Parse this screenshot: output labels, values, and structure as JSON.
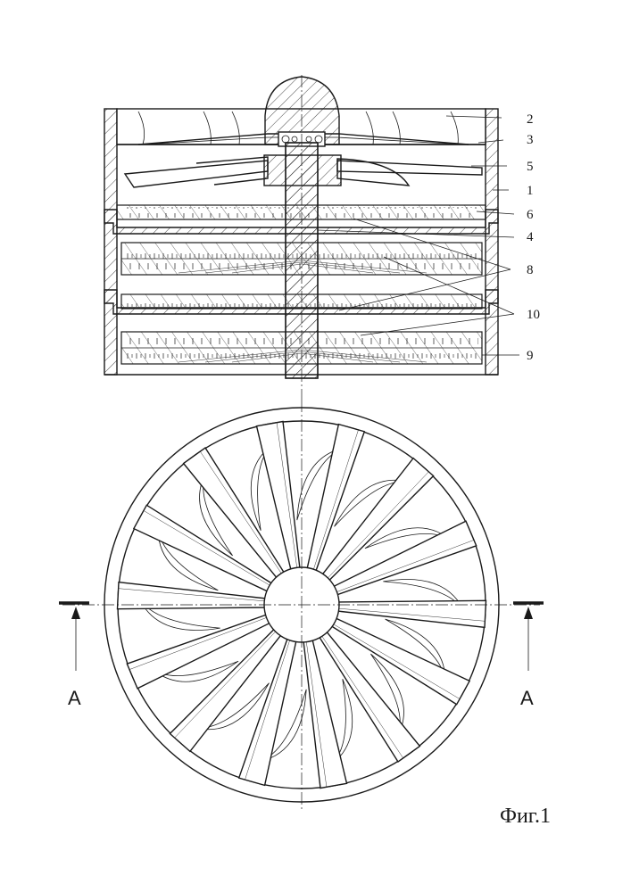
{
  "figure": {
    "caption": "Фиг.1",
    "section_letter_left": "A",
    "section_letter_right": "A"
  },
  "callouts": [
    {
      "id": "2",
      "label": "2"
    },
    {
      "id": "3",
      "label": "3"
    },
    {
      "id": "5",
      "label": "5"
    },
    {
      "id": "1",
      "label": "1"
    },
    {
      "id": "6",
      "label": "6"
    },
    {
      "id": "4",
      "label": "4"
    },
    {
      "id": "8",
      "label": "8"
    },
    {
      "id": "10",
      "label": "10"
    },
    {
      "id": "9",
      "label": "9"
    }
  ]
}
